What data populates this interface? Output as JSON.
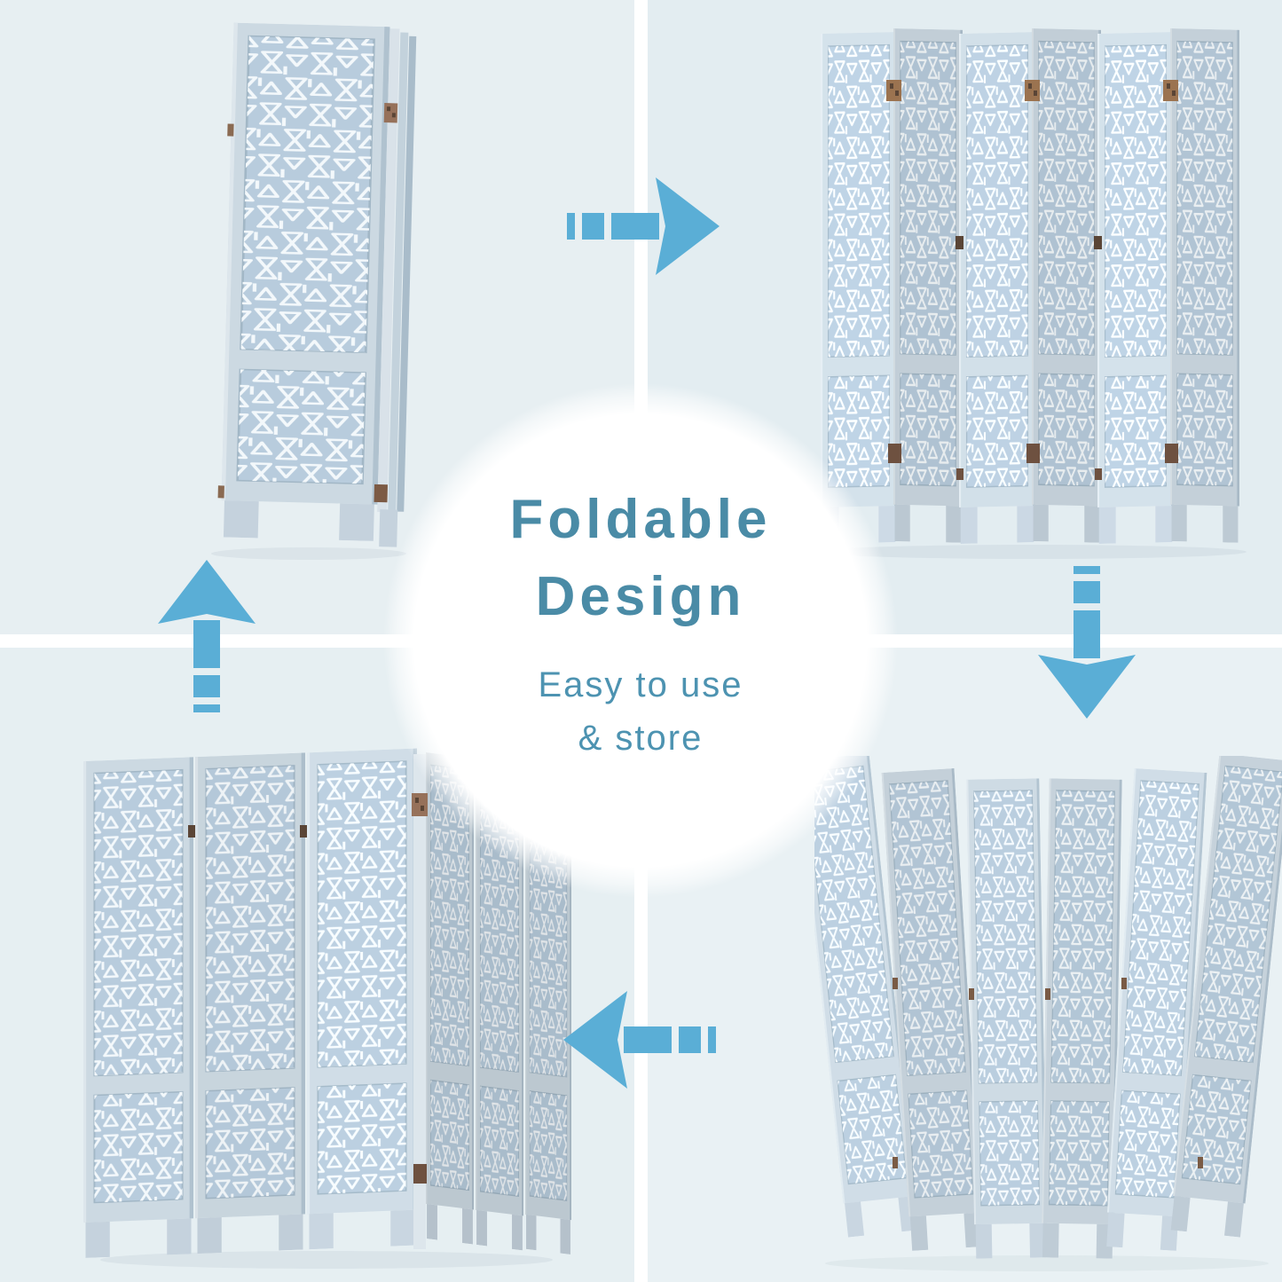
{
  "center_badge": {
    "title_line1": "Foldable",
    "title_line2": "Design",
    "subtitle_line1": "Easy to use",
    "subtitle_line2": "& store"
  },
  "icons": {
    "top": "arrow-right-icon",
    "right": "arrow-down-icon",
    "bottom": "arrow-left-icon",
    "left": "arrow-up-icon"
  },
  "figures": {
    "top_left": "room-divider-folded-upright",
    "top_right": "room-divider-open-zigzag",
    "bottom_right": "room-divider-fanned-curve",
    "bottom_left": "room-divider-folded-stack"
  },
  "colors": {
    "background": "#e6eff2",
    "divider": "#ffffff",
    "badge_background": "#ffffff",
    "title_text": "#4a8ba6",
    "subtitle_text": "#4d93b1",
    "arrow": "#5aaed6",
    "panel_frame": "#ccd9e2",
    "panel_lattice": "#b8ccdd",
    "panel_cutout": "#f3f8fb",
    "hinge_bronze": "#96715a",
    "hinge_dark": "#5a4536"
  }
}
